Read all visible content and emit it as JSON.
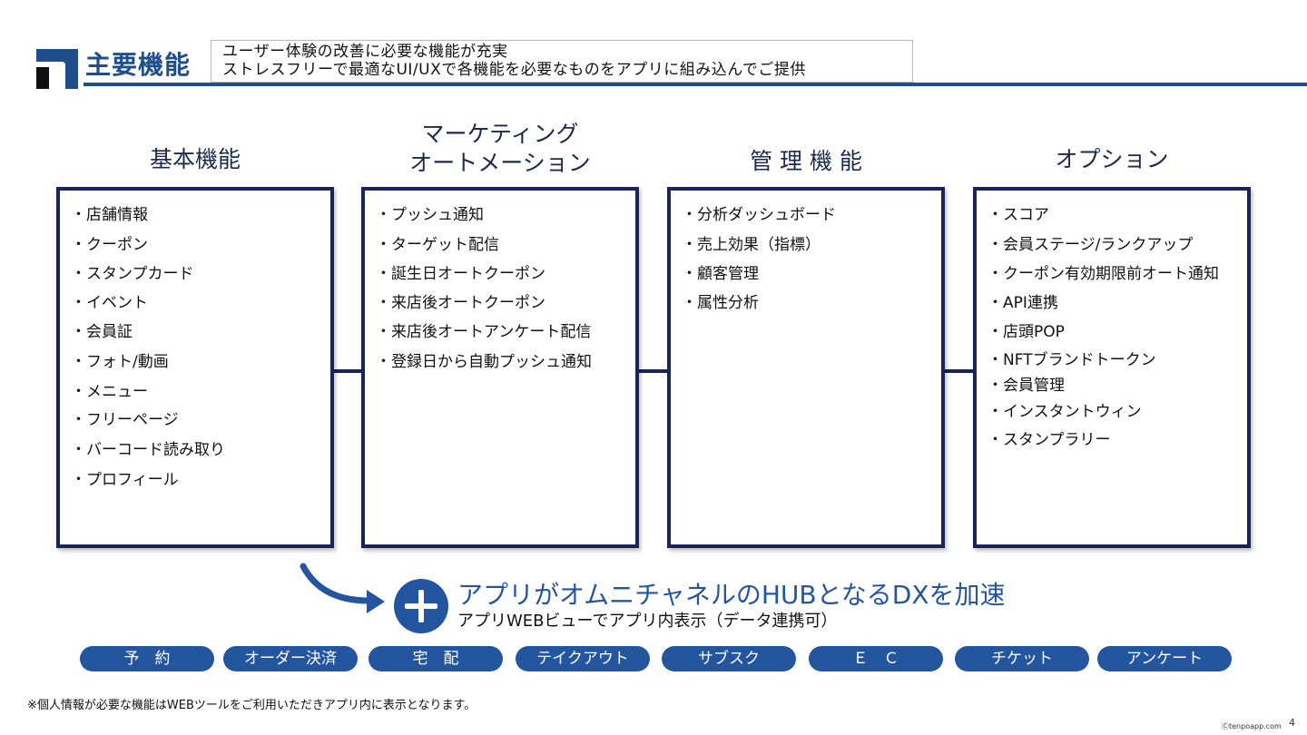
{
  "header": {
    "title": "主要機能",
    "subtitle_lines": [
      "ユーザー体験の改善に必要な機能が充実",
      "ストレスフリーで最適なUI/UXで各機能を必要なものをアプリに組み込んでご提供"
    ]
  },
  "columns": [
    {
      "heading_lines": [
        "基本機能"
      ],
      "items": [
        "・店舗情報",
        "・クーポン",
        "・スタンプカード",
        "・イベント",
        "・会員証",
        "・フォト/動画",
        "・メニュー",
        "・フリーページ",
        "・バーコード読み取り",
        "・プロフィール"
      ]
    },
    {
      "heading_lines": [
        "マーケティング",
        "オートメーション"
      ],
      "items": [
        "・プッシュ通知",
        "・ターゲット配信",
        "・誕生日オートクーポン",
        "・来店後オートクーポン",
        "・来店後オートアンケート配信",
        "・登録日から自動プッシュ通知"
      ]
    },
    {
      "heading_lines": [
        "管 理 機 能"
      ],
      "items": [
        "・分析ダッシュボード",
        "・売上効果（指標）",
        "・顧客管理",
        "・属性分析"
      ]
    },
    {
      "heading_lines": [
        "オプション"
      ],
      "items": [
        "・スコア",
        "・会員ステージ/ランクアップ",
        "・クーポン有効期限前オート通知",
        "・API連携",
        "・店頭POP",
        "・NFTブランドトークン",
        "・会員管理",
        "・インスタントウィン",
        "・スタンプラリー"
      ]
    }
  ],
  "hub": {
    "title": "アプリがオムニチャネルのHUBとなるDXを加速",
    "subtitle": "アプリWEBビューでアプリ内表示（データ連携可）"
  },
  "pills": [
    "予　約",
    "オーダー決済",
    "宅　配",
    "テイクアウト",
    "サブスク",
    "Ｅ　Ｃ",
    "チケット",
    "アンケート"
  ],
  "footer": {
    "note": "※個人情報が必要な機能はWEBツールをご利用いただきアプリ内に表示となります。",
    "copyright": "Ⓒtenpoapp.com",
    "page_number": "4"
  },
  "colors": {
    "accent": "#2456a0",
    "title": "#1f4e8c",
    "box_border": "#1a2456"
  }
}
